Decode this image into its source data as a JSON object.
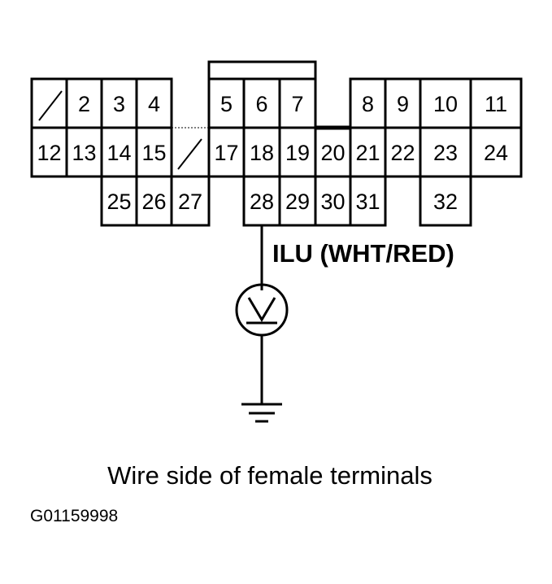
{
  "connector": {
    "terminals": [
      "2",
      "3",
      "4",
      "5",
      "6",
      "7",
      "8",
      "9",
      "10",
      "11",
      "12",
      "13",
      "14",
      "15",
      "17",
      "18",
      "19",
      "20",
      "21",
      "22",
      "23",
      "24",
      "25",
      "26",
      "27",
      "28",
      "29",
      "30",
      "31",
      "32"
    ]
  },
  "wire_label": "ILU (WHT/RED)",
  "meter_symbol": "voltmeter-icon",
  "ground_symbol": "ground-icon",
  "caption": "Wire side of female terminals",
  "figure_id": "G01159998",
  "colors": {
    "line": "#000000",
    "background": "#ffffff"
  }
}
